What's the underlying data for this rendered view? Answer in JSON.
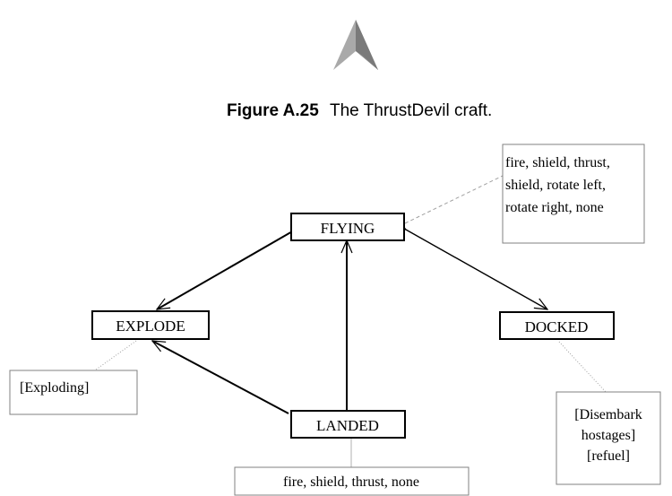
{
  "figure": {
    "label": "Figure A.25",
    "caption": "The ThrustDevil craft."
  },
  "states": {
    "flying": "FLYING",
    "explode": "EXPLODE",
    "docked": "DOCKED",
    "landed": "LANDED"
  },
  "notes": {
    "flying": [
      "fire, shield, thrust,",
      "shield, rotate left,",
      "rotate right, none"
    ],
    "explode": "[Exploding]",
    "docked": [
      "[Disembark",
      "hostages]",
      "[refuel]"
    ],
    "landed": "fire, shield, thrust, none"
  },
  "colors": {
    "line": "#000000",
    "note_border": "#808080",
    "dashed": "#a0a0a0"
  }
}
